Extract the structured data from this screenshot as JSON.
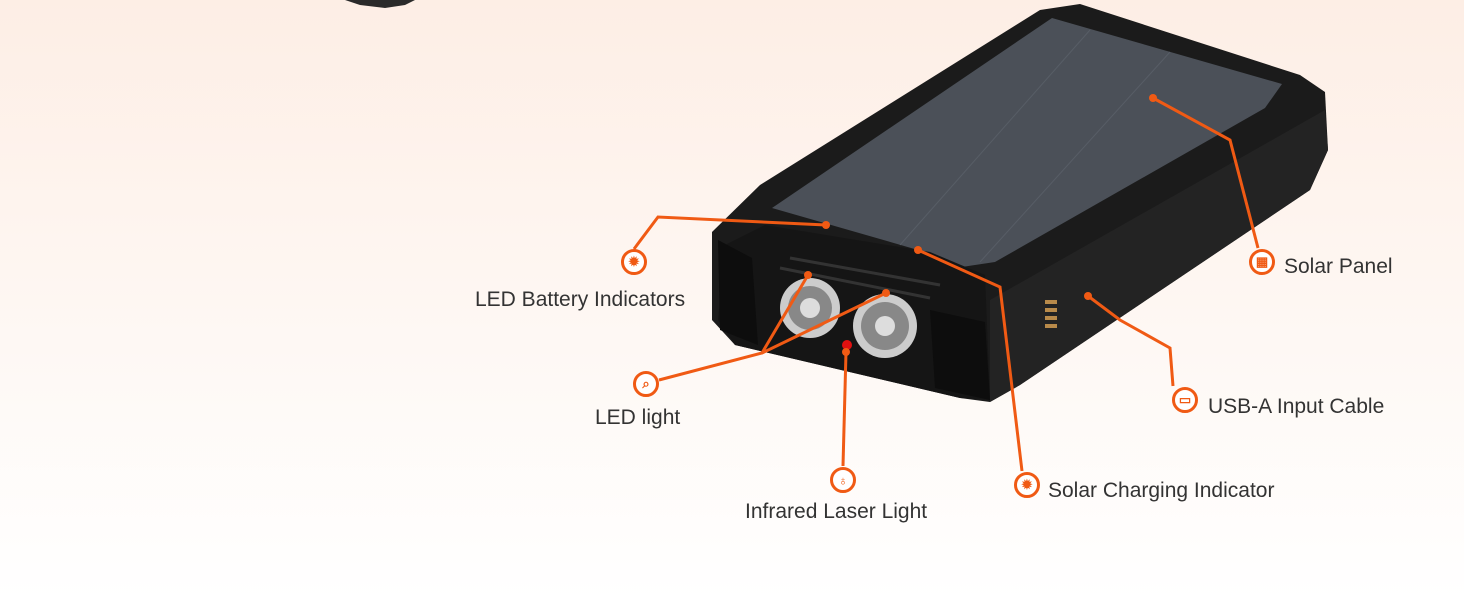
{
  "callouts": {
    "led_battery": {
      "label": "LED Battery Indicators",
      "icon": "led-indicator-icon"
    },
    "led_light": {
      "label": "LED light",
      "icon": "flashlight-icon"
    },
    "infrared": {
      "label": "Infrared Laser Light",
      "icon": "laser-icon"
    },
    "solar_charging": {
      "label": "Solar Charging Indicator",
      "icon": "led-indicator-icon"
    },
    "solar_panel": {
      "label": "Solar Panel",
      "icon": "solar-panel-icon"
    },
    "usb_input": {
      "label": "USB-A Input Cable",
      "icon": "usb-port-icon"
    }
  },
  "colors": {
    "accent": "#f05a14",
    "device": "#1c1c1c",
    "panel": "#4a4f57"
  }
}
